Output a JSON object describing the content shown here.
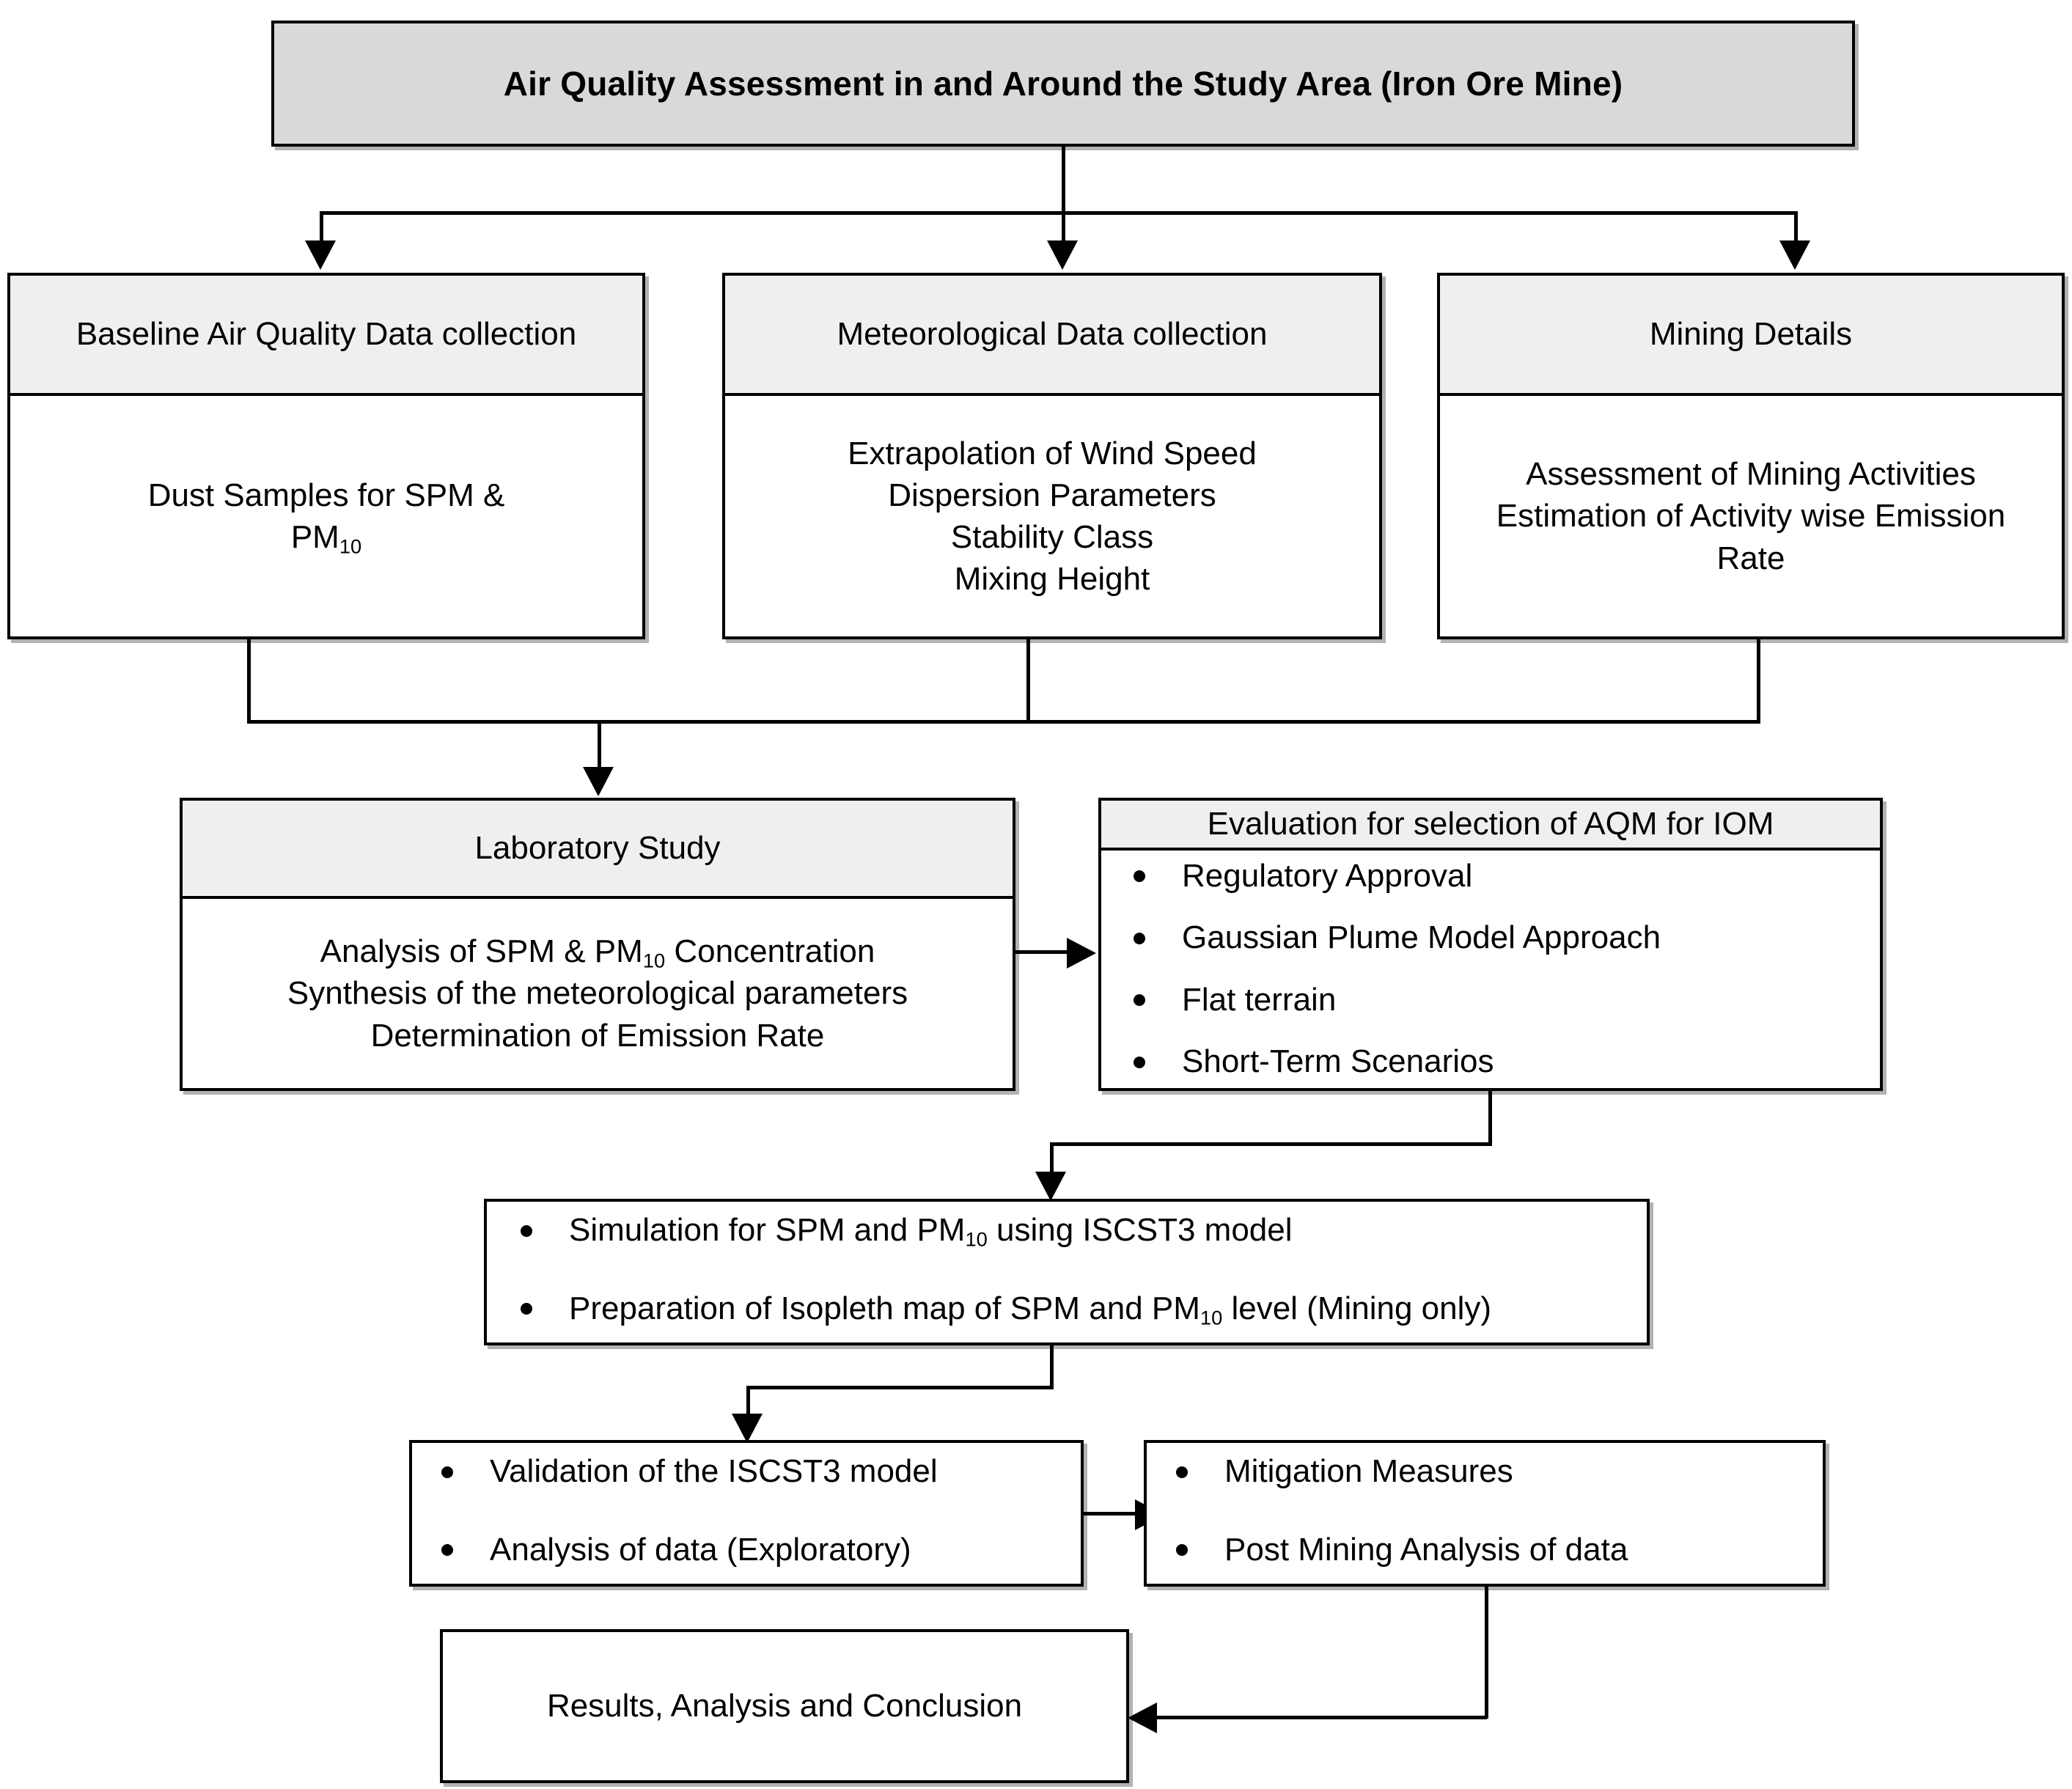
{
  "diagram": {
    "title_box": {
      "label": "Air Quality Assessment in and Around the Study Area (Iron Ore Mine)"
    },
    "row2": {
      "baseline": {
        "header": "Baseline Air Quality Data collection",
        "lines": [
          "Dust Samples for SPM &",
          "PM"
        ],
        "subscript": "10"
      },
      "meteorological": {
        "header": "Meteorological Data collection",
        "lines": [
          "Extrapolation of Wind Speed",
          "Dispersion Parameters",
          "Stability Class",
          "Mixing Height"
        ]
      },
      "mining": {
        "header": "Mining Details",
        "lines": [
          "Assessment of Mining Activities",
          "Estimation of Activity wise Emission",
          "Rate"
        ]
      }
    },
    "row3": {
      "laboratory": {
        "header": "Laboratory Study",
        "line1_a": "Analysis of SPM & PM",
        "line1_sub": "10",
        "line1_b": " Concentration",
        "line2": "Synthesis of the meteorological parameters",
        "line3": "Determination of Emission Rate"
      },
      "evaluation": {
        "header": "Evaluation for selection of AQM for IOM",
        "bullets": [
          "Regulatory Approval",
          "Gaussian Plume Model Approach",
          "Flat terrain",
          "Short-Term Scenarios"
        ]
      }
    },
    "row4": {
      "simulation": {
        "b1_a": "Simulation for SPM and PM",
        "b1_sub": "10",
        "b1_b": " using ISCST3 model",
        "b2_a": "Preparation of Isopleth map of SPM and PM",
        "b2_sub": "10",
        "b2_b": " level (Mining only)"
      }
    },
    "row5": {
      "validation": {
        "bullets": [
          "Validation of the ISCST3 model",
          "Analysis of data (Exploratory)"
        ]
      },
      "mitigation": {
        "bullets": [
          "Mitigation Measures",
          "Post Mining Analysis of data"
        ]
      }
    },
    "row6": {
      "results": {
        "label": "Results, Analysis and Conclusion"
      }
    },
    "colors": {
      "title_fill": "#d9d9d9",
      "header_fill": "#efefef",
      "body_fill": "#ffffff",
      "stroke": "#000000",
      "page_background": "#ffffff"
    }
  }
}
